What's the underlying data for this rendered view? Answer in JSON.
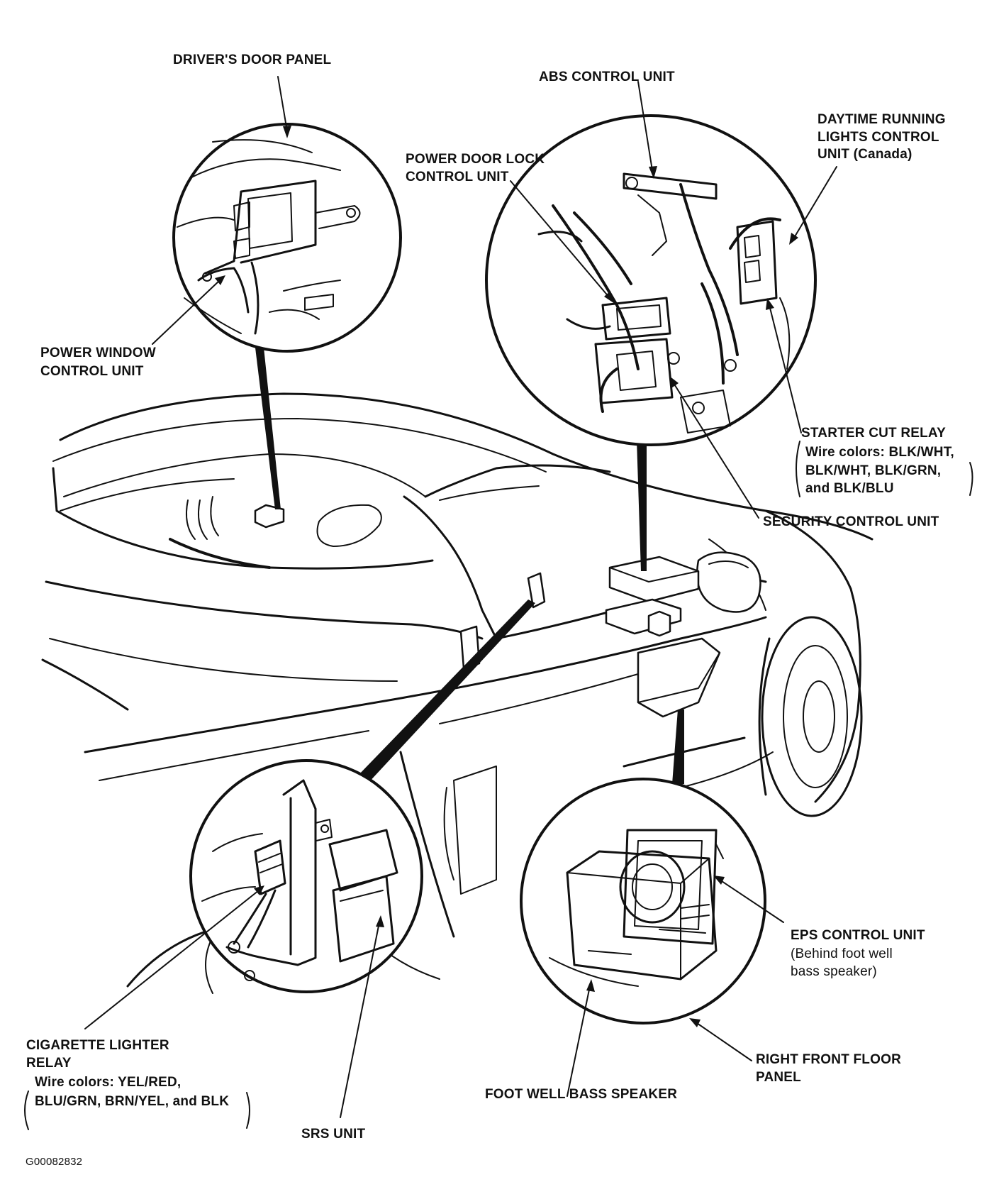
{
  "labels": {
    "drivers_door_panel": "DRIVER'S DOOR PANEL",
    "abs_control_unit": "ABS CONTROL UNIT",
    "drl_line1": "DAYTIME RUNNING",
    "drl_line2": "LIGHTS CONTROL",
    "drl_line3": "UNIT (Canada)",
    "pdl_line1": "POWER DOOR LOCK",
    "pdl_line2": "CONTROL UNIT",
    "pw_line1": "POWER WINDOW",
    "pw_line2": "CONTROL UNIT",
    "starter_title": "STARTER CUT RELAY",
    "starter_w1": "Wire colors: BLK/WHT,",
    "starter_w2": "BLK/WHT, BLK/GRN,",
    "starter_w3": "and BLK/BLU",
    "security_control_unit": "SECURITY CONTROL UNIT",
    "eps_title": "EPS CONTROL UNIT",
    "eps_sub1": "(Behind foot well",
    "eps_sub2": "bass speaker)",
    "cig_line1": "CIGARETTE LIGHTER",
    "cig_line2": "RELAY",
    "cig_w1": "Wire colors: YEL/RED,",
    "cig_w2": "BLU/GRN, BRN/YEL, and BLK",
    "rffp_line1": "RIGHT FRONT FLOOR",
    "rffp_line2": "PANEL",
    "foot_well_bass_speaker": "FOOT WELL BASS SPEAKER",
    "srs_unit": "SRS UNIT",
    "figure_code": "G00082832"
  }
}
